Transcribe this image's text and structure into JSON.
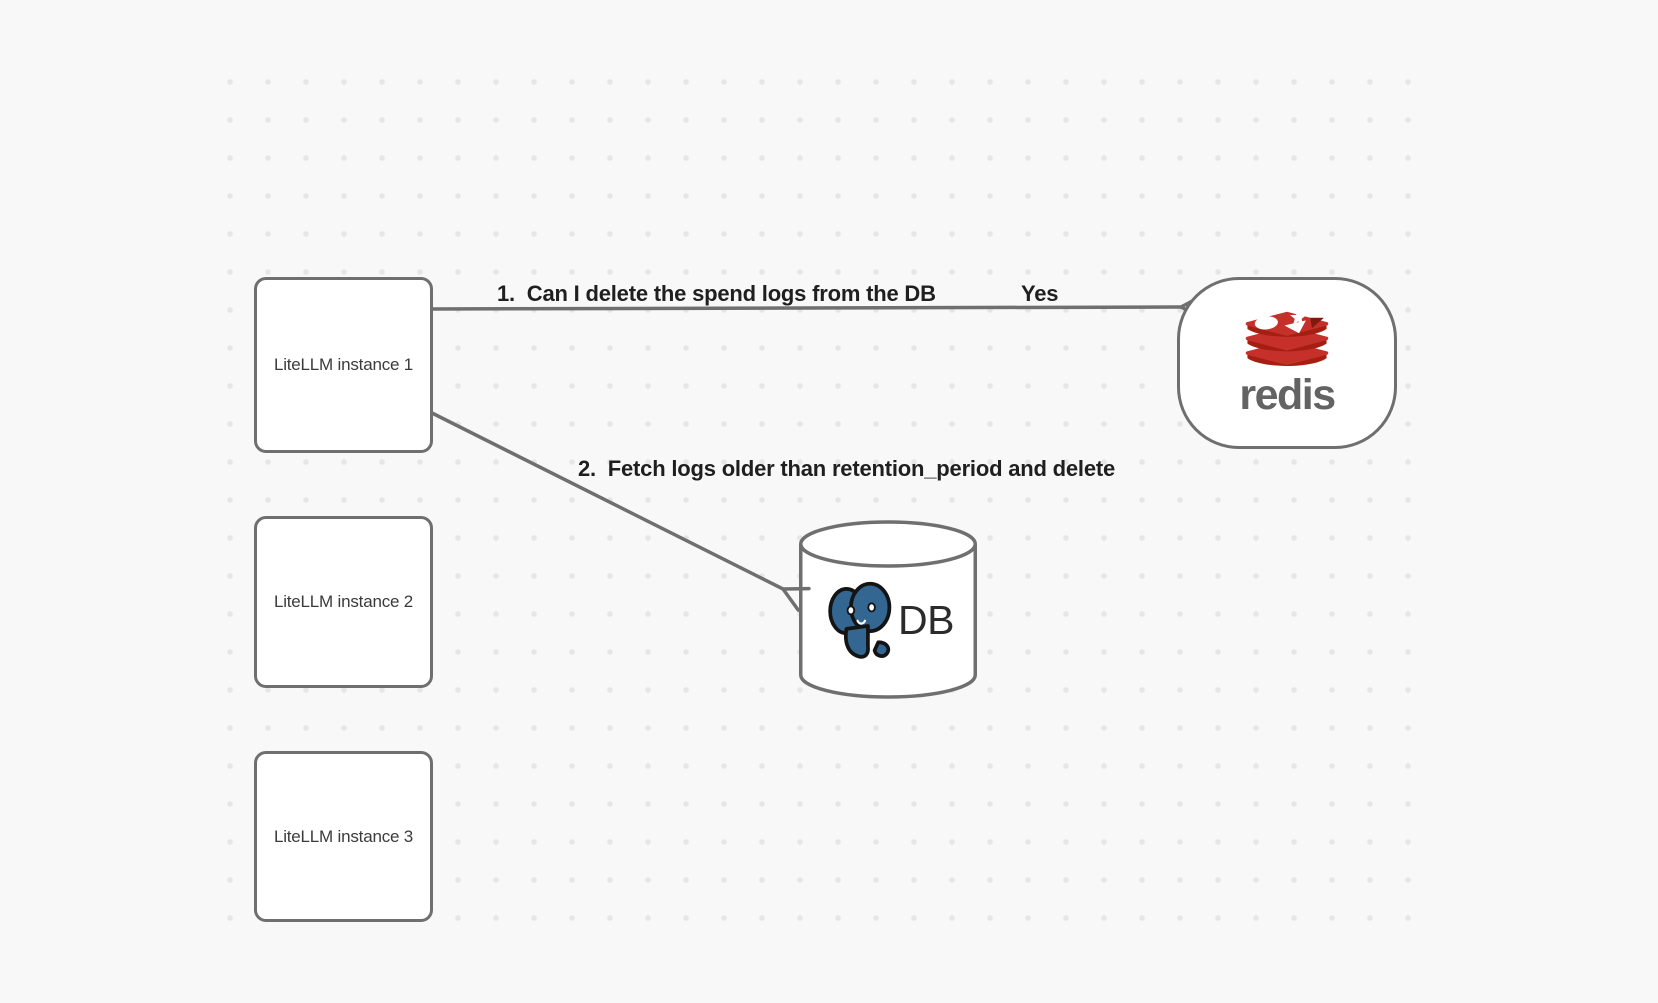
{
  "canvas": {
    "background": "#f8f8f8",
    "dot_color": "#e6e6e6"
  },
  "colors": {
    "stroke": "#6f6f6f",
    "label_text": "#1f1f1f",
    "box_text": "#3b3b3b",
    "node_fill": "#ffffff",
    "redis_red": "#c6302b",
    "redis_dark_red": "#a41e11",
    "redis_notch": "#7e1a0e",
    "redis_wordmark": "#636363",
    "postgres_blue": "#336791",
    "postgres_outline": "#141414",
    "db_text": "#2b2b2b"
  },
  "nodes": {
    "instances": [
      {
        "label": "LiteLLM instance 1"
      },
      {
        "label": "LiteLLM instance 2"
      },
      {
        "label": "LiteLLM instance 3"
      }
    ],
    "redis": {
      "label": "redis"
    },
    "db": {
      "label": "DB"
    }
  },
  "arrows": [
    {
      "label": "1.  Can I delete the spend logs from the DB",
      "response": "Yes"
    },
    {
      "label": "2.  Fetch logs older than retention_period and delete"
    }
  ]
}
